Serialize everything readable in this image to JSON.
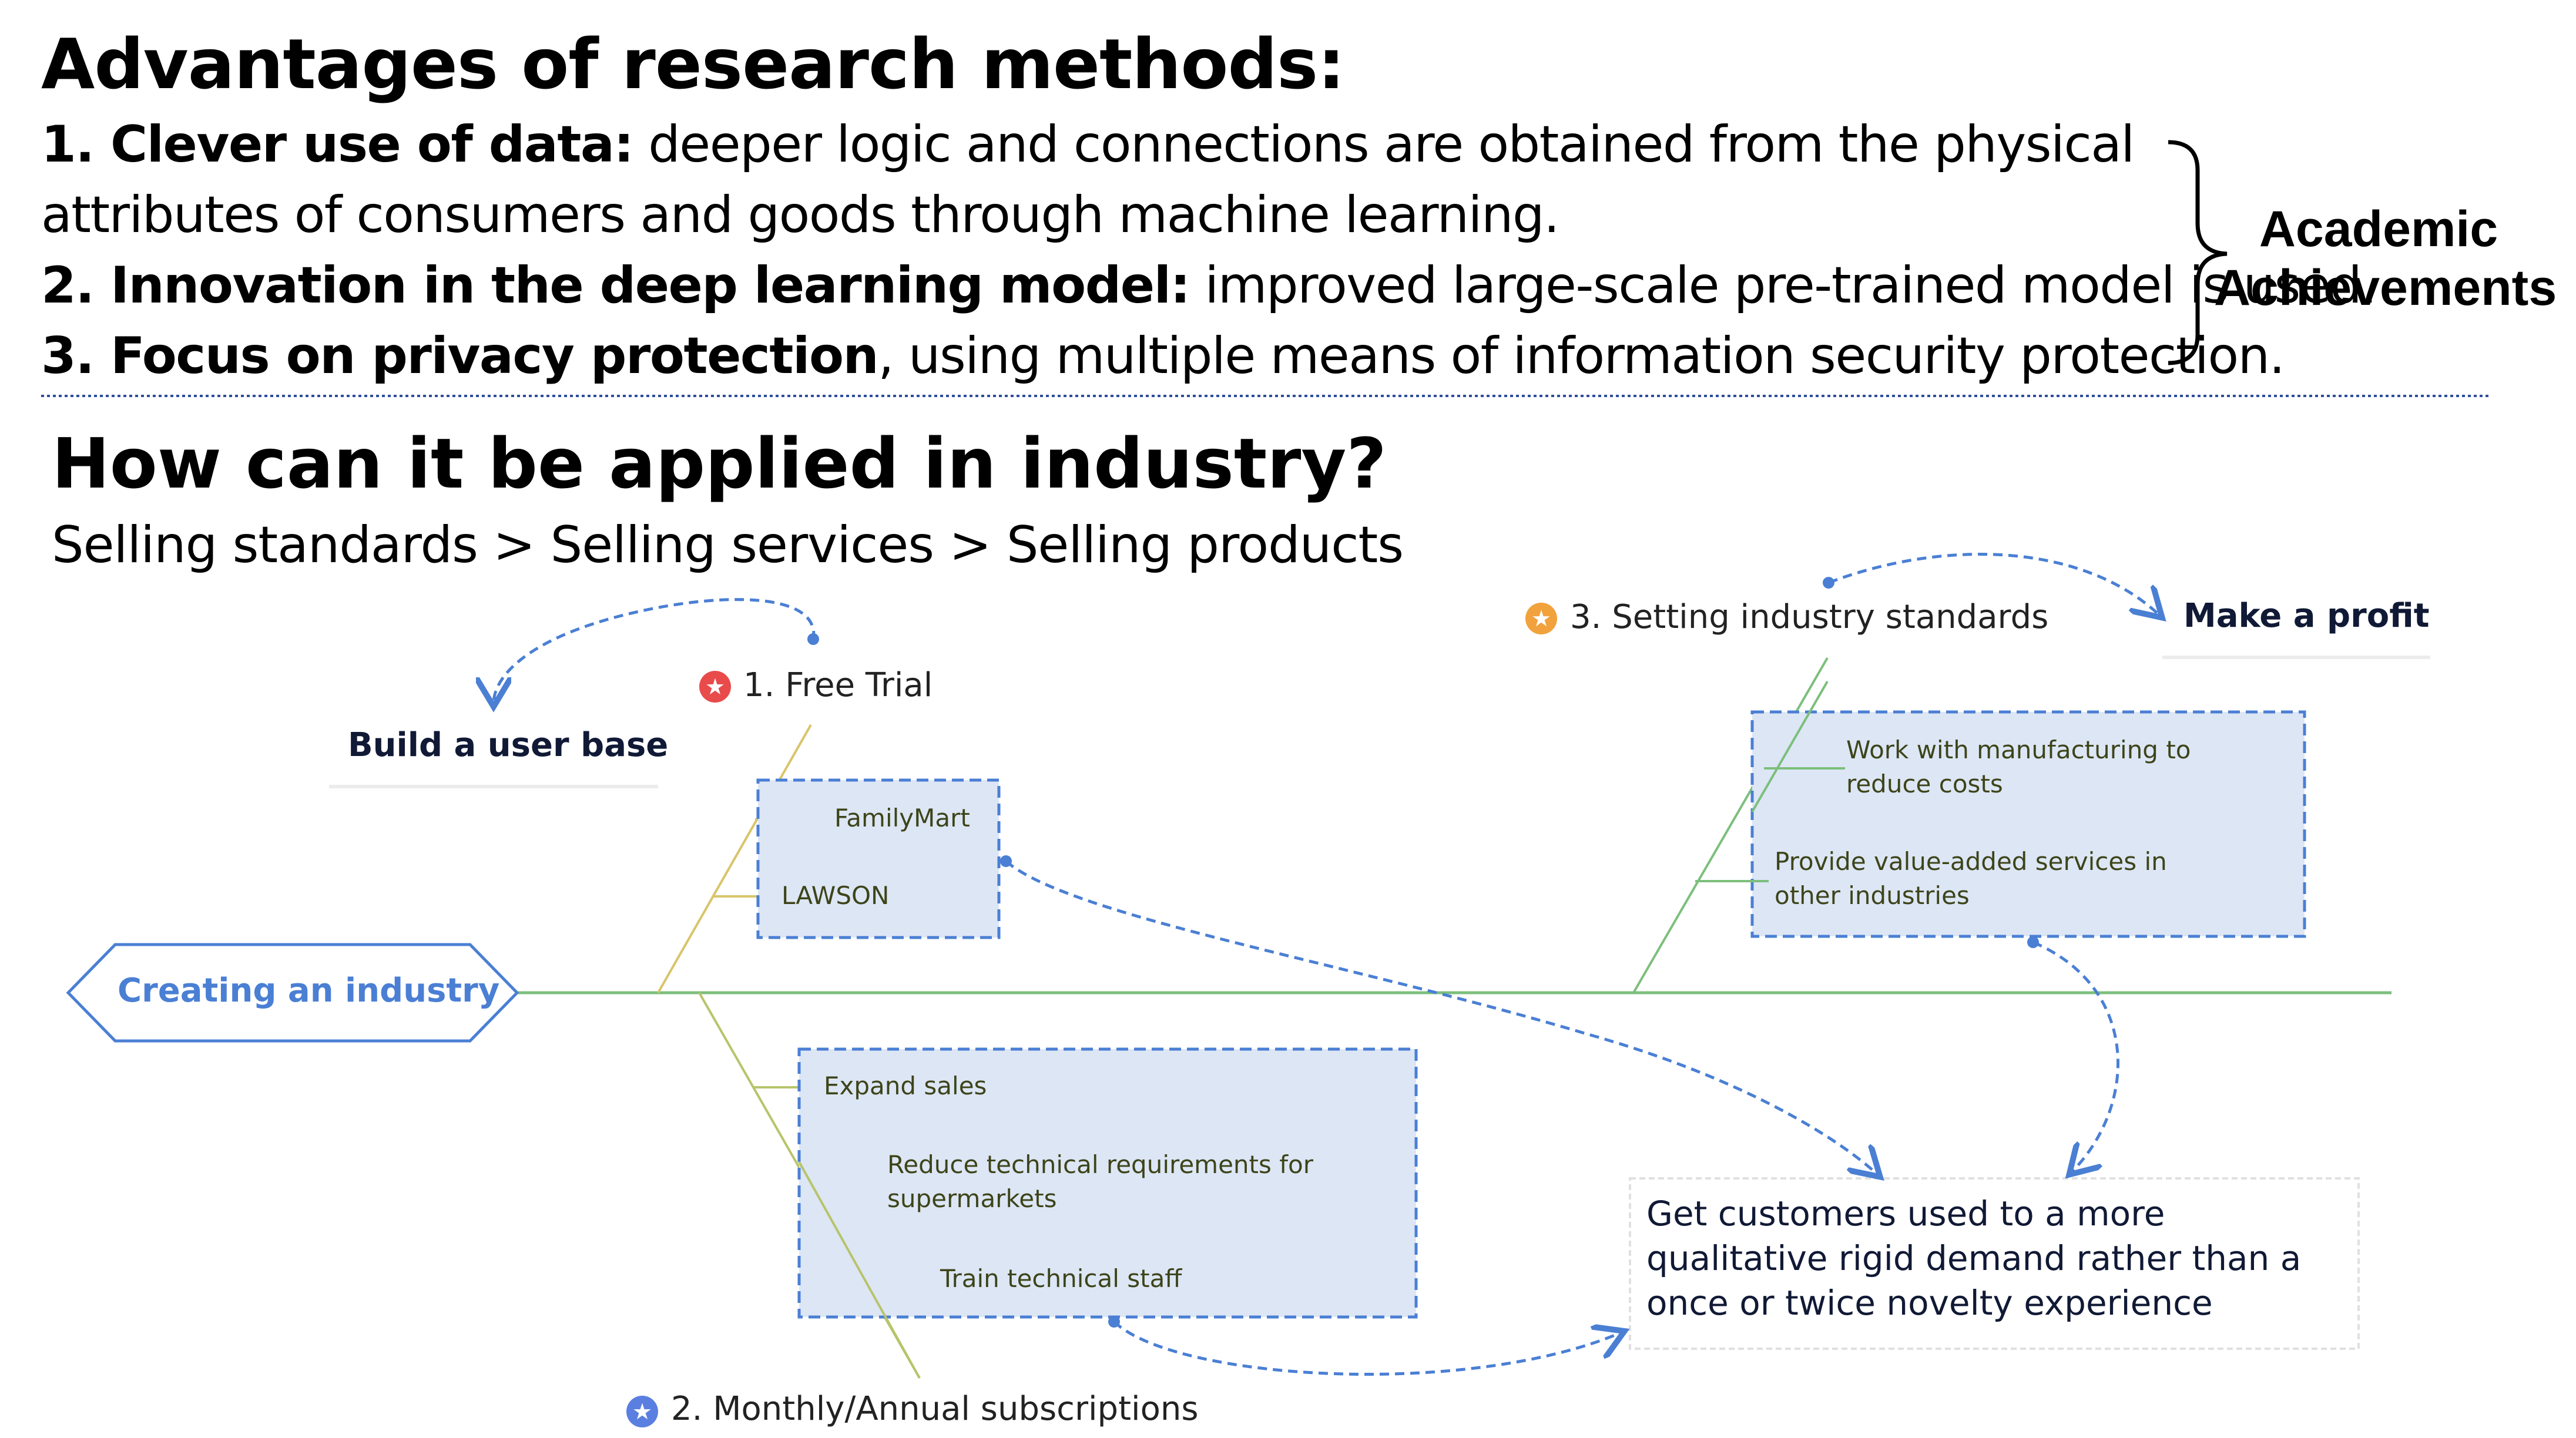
{
  "colors": {
    "accent_blue": "#4a7fd4",
    "box_fill": "#dde6f5",
    "spine_green": "#7cbf7c",
    "branch_yellow": "#d9c46a",
    "branch_olive": "#b7c46a",
    "star_red": "#e94b4b",
    "star_orange": "#f2a23c",
    "star_blue": "#5b7fe0"
  },
  "slide": {
    "title": "Advantages of research methods:",
    "points": [
      {
        "bold": "1. Clever use of data:",
        "text": " deeper logic and connections are obtained from the physical"
      },
      {
        "bold": "",
        "text": "attributes of consumers and goods through machine learning."
      },
      {
        "bold": "2. Innovation in the deep learning model:",
        "text": " improved large-scale pre-trained model is used."
      },
      {
        "bold": "3. Focus on privacy protection",
        "text": ", using multiple means of information security protection."
      }
    ],
    "bracket_label_1": "Academic",
    "bracket_label_2": "Achievements"
  },
  "section": {
    "title": "How can it be applied in industry?",
    "subtitle": "Selling standards > Selling services > Selling products"
  },
  "diagram": {
    "root": "Creating an industry",
    "branch1": {
      "label": "1. Free Trial",
      "icon": "star-icon",
      "leaves": [
        "FamilyMart",
        "LAWSON"
      ]
    },
    "branch2": {
      "label": "2. Monthly/Annual subscriptions",
      "icon": "star-icon",
      "leaves": [
        "Expand sales",
        "Reduce technical requirements for supermarkets",
        "Train technical staff"
      ]
    },
    "branch3": {
      "label": "3. Setting industry standards",
      "icon": "star-icon",
      "leaves": [
        "Work with manufacturing to reduce costs",
        "Provide value-added services in other industries"
      ]
    },
    "side_left": "Build a user base",
    "side_right": "Make a profit",
    "note": "Get customers used to a more qualitative rigid demand rather than a once or twice novelty experience"
  }
}
